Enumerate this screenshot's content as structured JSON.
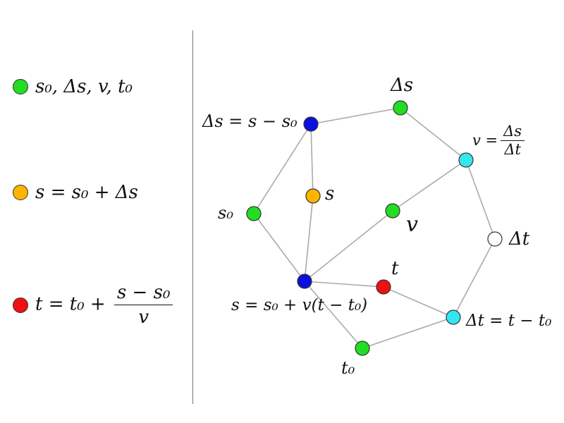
{
  "legend": [
    {
      "color": "#22dd22",
      "text": "s₀, Δs, v, t₀"
    },
    {
      "color": "#ffb400",
      "text": "s = s₀ + Δs"
    },
    {
      "color": "#ee1111",
      "text": "t = t₀ + ",
      "frac_num": "s − s₀",
      "frac_den": "v"
    }
  ],
  "colors": {
    "green": "#22dd22",
    "orange": "#ffb400",
    "red": "#ee1111",
    "blue": "#0a10dd",
    "cyan": "#33e6f0",
    "white": "#ffffff",
    "edge": "#aaaaaa"
  },
  "nodes": [
    {
      "id": "delta-s-def",
      "color": "blue",
      "label": "Δs = s − s₀"
    },
    {
      "id": "delta-s",
      "color": "green",
      "label": "Δs"
    },
    {
      "id": "v-def",
      "color": "cyan",
      "label": "v =",
      "frac_num": "Δs",
      "frac_den": "Δt"
    },
    {
      "id": "delta-t",
      "color": "white",
      "label": "Δt"
    },
    {
      "id": "delta-t-def",
      "color": "cyan",
      "label": "Δt = t − t₀"
    },
    {
      "id": "t0",
      "color": "green",
      "label": "t₀"
    },
    {
      "id": "s-eq",
      "color": "blue",
      "label": "s = s₀ + v(t − t₀)"
    },
    {
      "id": "s0",
      "color": "green",
      "label": "s₀"
    },
    {
      "id": "s",
      "color": "orange",
      "label": "s"
    },
    {
      "id": "v",
      "color": "green",
      "label": "v"
    },
    {
      "id": "t",
      "color": "red",
      "label": "t"
    }
  ],
  "edges": [
    [
      "delta-s-def",
      "delta-s"
    ],
    [
      "delta-s",
      "v-def"
    ],
    [
      "v-def",
      "delta-t"
    ],
    [
      "delta-t",
      "delta-t-def"
    ],
    [
      "delta-t-def",
      "t0"
    ],
    [
      "t0",
      "s-eq"
    ],
    [
      "s-eq",
      "s0"
    ],
    [
      "s0",
      "delta-s-def"
    ],
    [
      "delta-s-def",
      "s"
    ],
    [
      "s",
      "s-eq"
    ],
    [
      "s-eq",
      "v"
    ],
    [
      "v",
      "v-def"
    ],
    [
      "s-eq",
      "t"
    ],
    [
      "t",
      "delta-t-def"
    ]
  ]
}
